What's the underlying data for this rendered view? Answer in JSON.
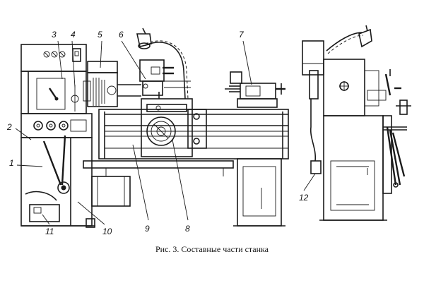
{
  "caption": "Рис. 3. Составные части станка",
  "callouts": [
    {
      "id": "c1",
      "label": "1"
    },
    {
      "id": "c2",
      "label": "2"
    },
    {
      "id": "c3",
      "label": "3"
    },
    {
      "id": "c4",
      "label": "4"
    },
    {
      "id": "c5",
      "label": "5"
    },
    {
      "id": "c6",
      "label": "6"
    },
    {
      "id": "c7",
      "label": "7"
    },
    {
      "id": "c8",
      "label": "8"
    },
    {
      "id": "c9",
      "label": "9"
    },
    {
      "id": "c10",
      "label": "10"
    },
    {
      "id": "c11",
      "label": "11"
    },
    {
      "id": "c12",
      "label": "12"
    }
  ]
}
